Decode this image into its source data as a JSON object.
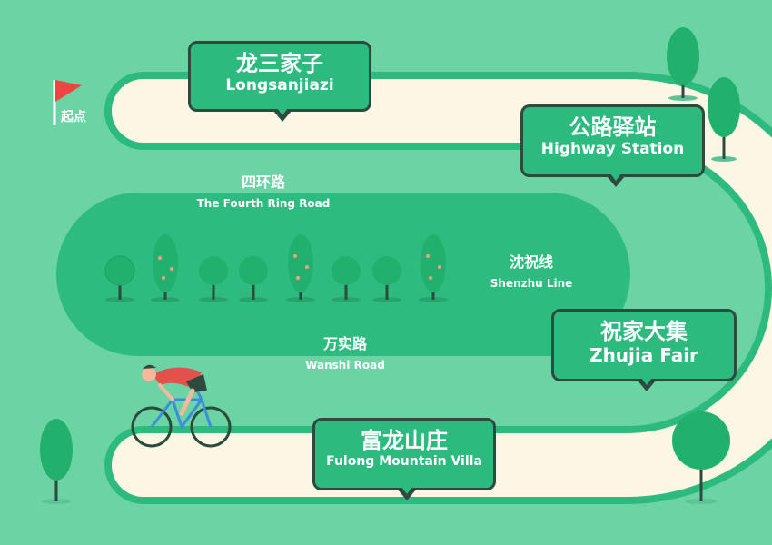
{
  "start": {
    "label": "起点"
  },
  "stops": [
    {
      "cn": "龙三家子",
      "en": "Longsanjiazi"
    },
    {
      "cn": "公路驿站",
      "en": "Highway Station"
    },
    {
      "cn": "祝家大集",
      "en": "Zhujia Fair"
    },
    {
      "cn": "富龙山庄",
      "en": "Fulong Mountain Villa"
    }
  ],
  "roads": [
    {
      "cn": "四环路",
      "en": "The Fourth Ring Road"
    },
    {
      "cn": "沈祝线",
      "en": "Shenzhu Line"
    },
    {
      "cn": "万实路",
      "en": "Wanshi Road"
    }
  ],
  "colors": {
    "background": "#6cd3a5",
    "road_fill": "#fcf6e4",
    "road_edge": "#2dba7f",
    "island": "#2ebb7f",
    "callout": "#2dba7f",
    "callout_border": "#2c4a3e",
    "flag": "#ef4444",
    "tree": "#22b06f",
    "trunk": "#2c4a3e"
  },
  "icons": [
    "start-flag-icon",
    "tree-icon",
    "cyclist-icon"
  ]
}
